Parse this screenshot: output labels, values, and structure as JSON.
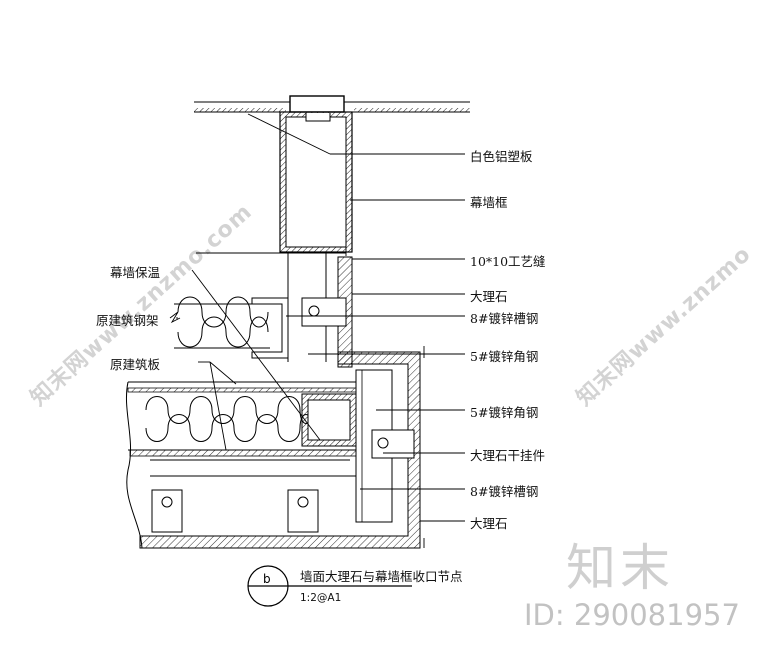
{
  "drawing": {
    "title": "墙面大理石与幕墙框收口节点",
    "detail_marker": "b",
    "scale_ref": "1:2@A1"
  },
  "labels_right": [
    "白色铝塑板",
    "幕墙框",
    "10*10工艺缝",
    "大理石",
    "8#镀锌槽钢",
    "5#镀锌角钢",
    "5#镀锌角钢",
    "大理石干挂件",
    "8#镀锌槽钢",
    "大理石"
  ],
  "labels_left": [
    "幕墙保温",
    "原建筑钢架",
    "原建筑板"
  ],
  "watermark": {
    "logo_text": "知末",
    "id_text": "ID: 290081957",
    "diagonal_left": "知末网www.znzmo.com",
    "diagonal_right": "知末网www.znzmo"
  }
}
